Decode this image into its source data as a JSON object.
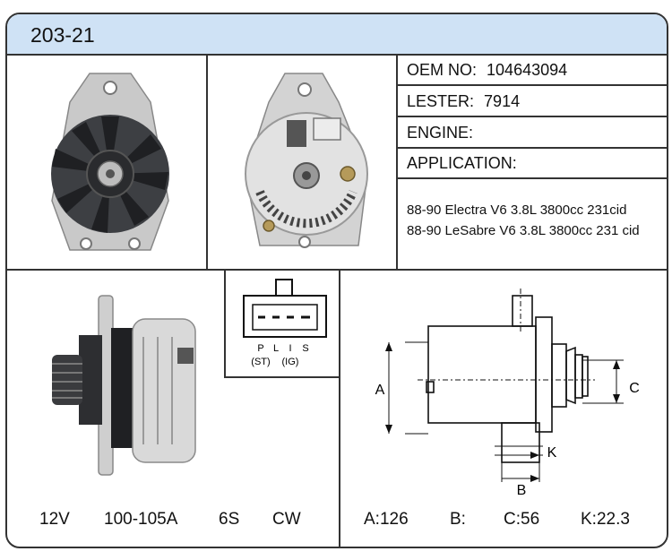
{
  "title": "203-21",
  "specs": {
    "oem_label": "OEM NO:",
    "oem_value": "104643094",
    "lester_label": "LESTER:",
    "lester_value": "7914",
    "engine_label": "ENGINE:",
    "engine_value": "",
    "application_label": "APPLICATION:"
  },
  "applications": [
    "88-90 Electra V6 3.8L 3800cc 231cid",
    "88-90 LeSabre V6 3.8L 3800cc 231 cid"
  ],
  "connector": {
    "pins": [
      "P",
      "L",
      "I",
      "S"
    ],
    "sub_labels": [
      "(ST)",
      "(IG)"
    ]
  },
  "electrical": {
    "voltage": "12V",
    "amperage": "100-105A",
    "groove": "6S",
    "rotation": "CW"
  },
  "dimensions": {
    "a": "A:126",
    "b": "B:",
    "c": "C:56",
    "k": "K:22.3",
    "a_label": "A",
    "b_label": "B",
    "c_label": "C",
    "k_label": "K"
  }
}
